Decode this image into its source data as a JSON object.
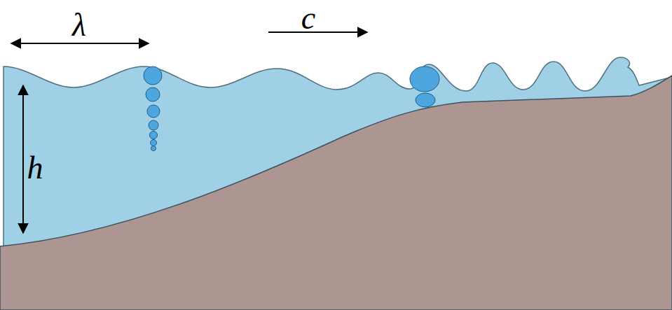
{
  "diagram": {
    "labels": [
      "λ",
      "c",
      "h"
    ]
  }
}
